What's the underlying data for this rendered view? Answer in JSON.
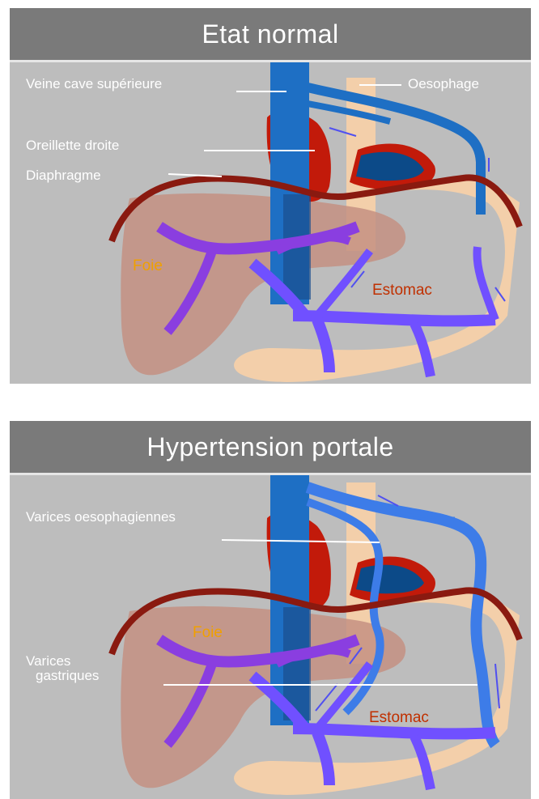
{
  "colors": {
    "panel_bg": "#bdbdbd",
    "header_bg": "#7a7a7a",
    "vein_blue": "#1e6fc4",
    "portal_purple": "#8a3ee0",
    "portal_violet": "#7050ff",
    "diaphragm": "#8a1a10",
    "heart_red": "#c21a0a",
    "liver": "#c49082",
    "stomach": "#f3cfaa",
    "foie_text": "#f0a000",
    "estomac_text": "#c03000"
  },
  "normal": {
    "title": "Etat normal",
    "labels": {
      "vena_cava": "Veine cave supérieure",
      "oesophagus": "Oesophage",
      "right_atrium": "Oreillette droite",
      "diaphragm": "Diaphragme"
    },
    "organs": {
      "liver": "Foie",
      "stomach": "Estomac"
    }
  },
  "portal": {
    "title": "Hypertension portale",
    "labels": {
      "oesophageal_varices": "Varices oesophagiennes",
      "gastric_varices_1": "Varices",
      "gastric_varices_2": "gastriques"
    },
    "organs": {
      "liver": "Foie",
      "stomach": "Estomac"
    }
  }
}
